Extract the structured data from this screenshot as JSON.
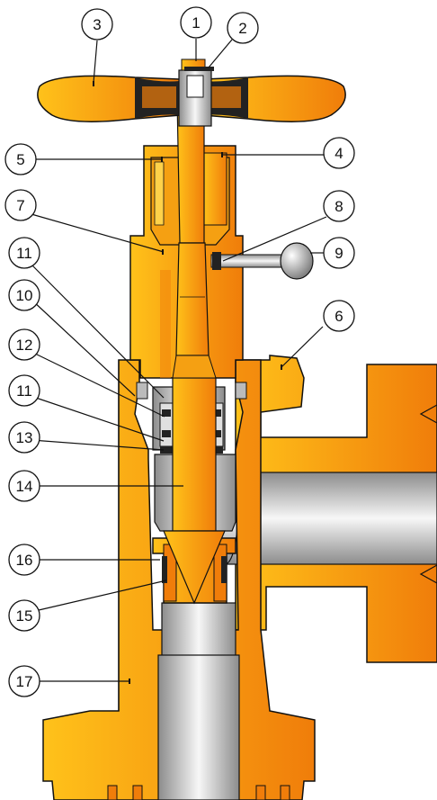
{
  "figure": {
    "colors": {
      "body_light": "#ffc21a",
      "body_dark": "#f07d0a",
      "outline": "#111111",
      "steel_light": "#f2f2f2",
      "steel_dark": "#8c8c8c",
      "packing": "#222222",
      "background": "#ffffff"
    },
    "callouts": [
      {
        "id": "c1",
        "label": "1"
      },
      {
        "id": "c2",
        "label": "2"
      },
      {
        "id": "c3",
        "label": "3"
      },
      {
        "id": "c4",
        "label": "4"
      },
      {
        "id": "c5",
        "label": "5"
      },
      {
        "id": "c6",
        "label": "6"
      },
      {
        "id": "c7",
        "label": "7"
      },
      {
        "id": "c8",
        "label": "8"
      },
      {
        "id": "c9",
        "label": "9"
      },
      {
        "id": "c10",
        "label": "10"
      },
      {
        "id": "c11a",
        "label": "11"
      },
      {
        "id": "c11b",
        "label": "11"
      },
      {
        "id": "c12",
        "label": "12"
      },
      {
        "id": "c13",
        "label": "13"
      },
      {
        "id": "c14",
        "label": "14"
      },
      {
        "id": "c15",
        "label": "15"
      },
      {
        "id": "c16",
        "label": "16"
      },
      {
        "id": "c17",
        "label": "17"
      }
    ]
  }
}
